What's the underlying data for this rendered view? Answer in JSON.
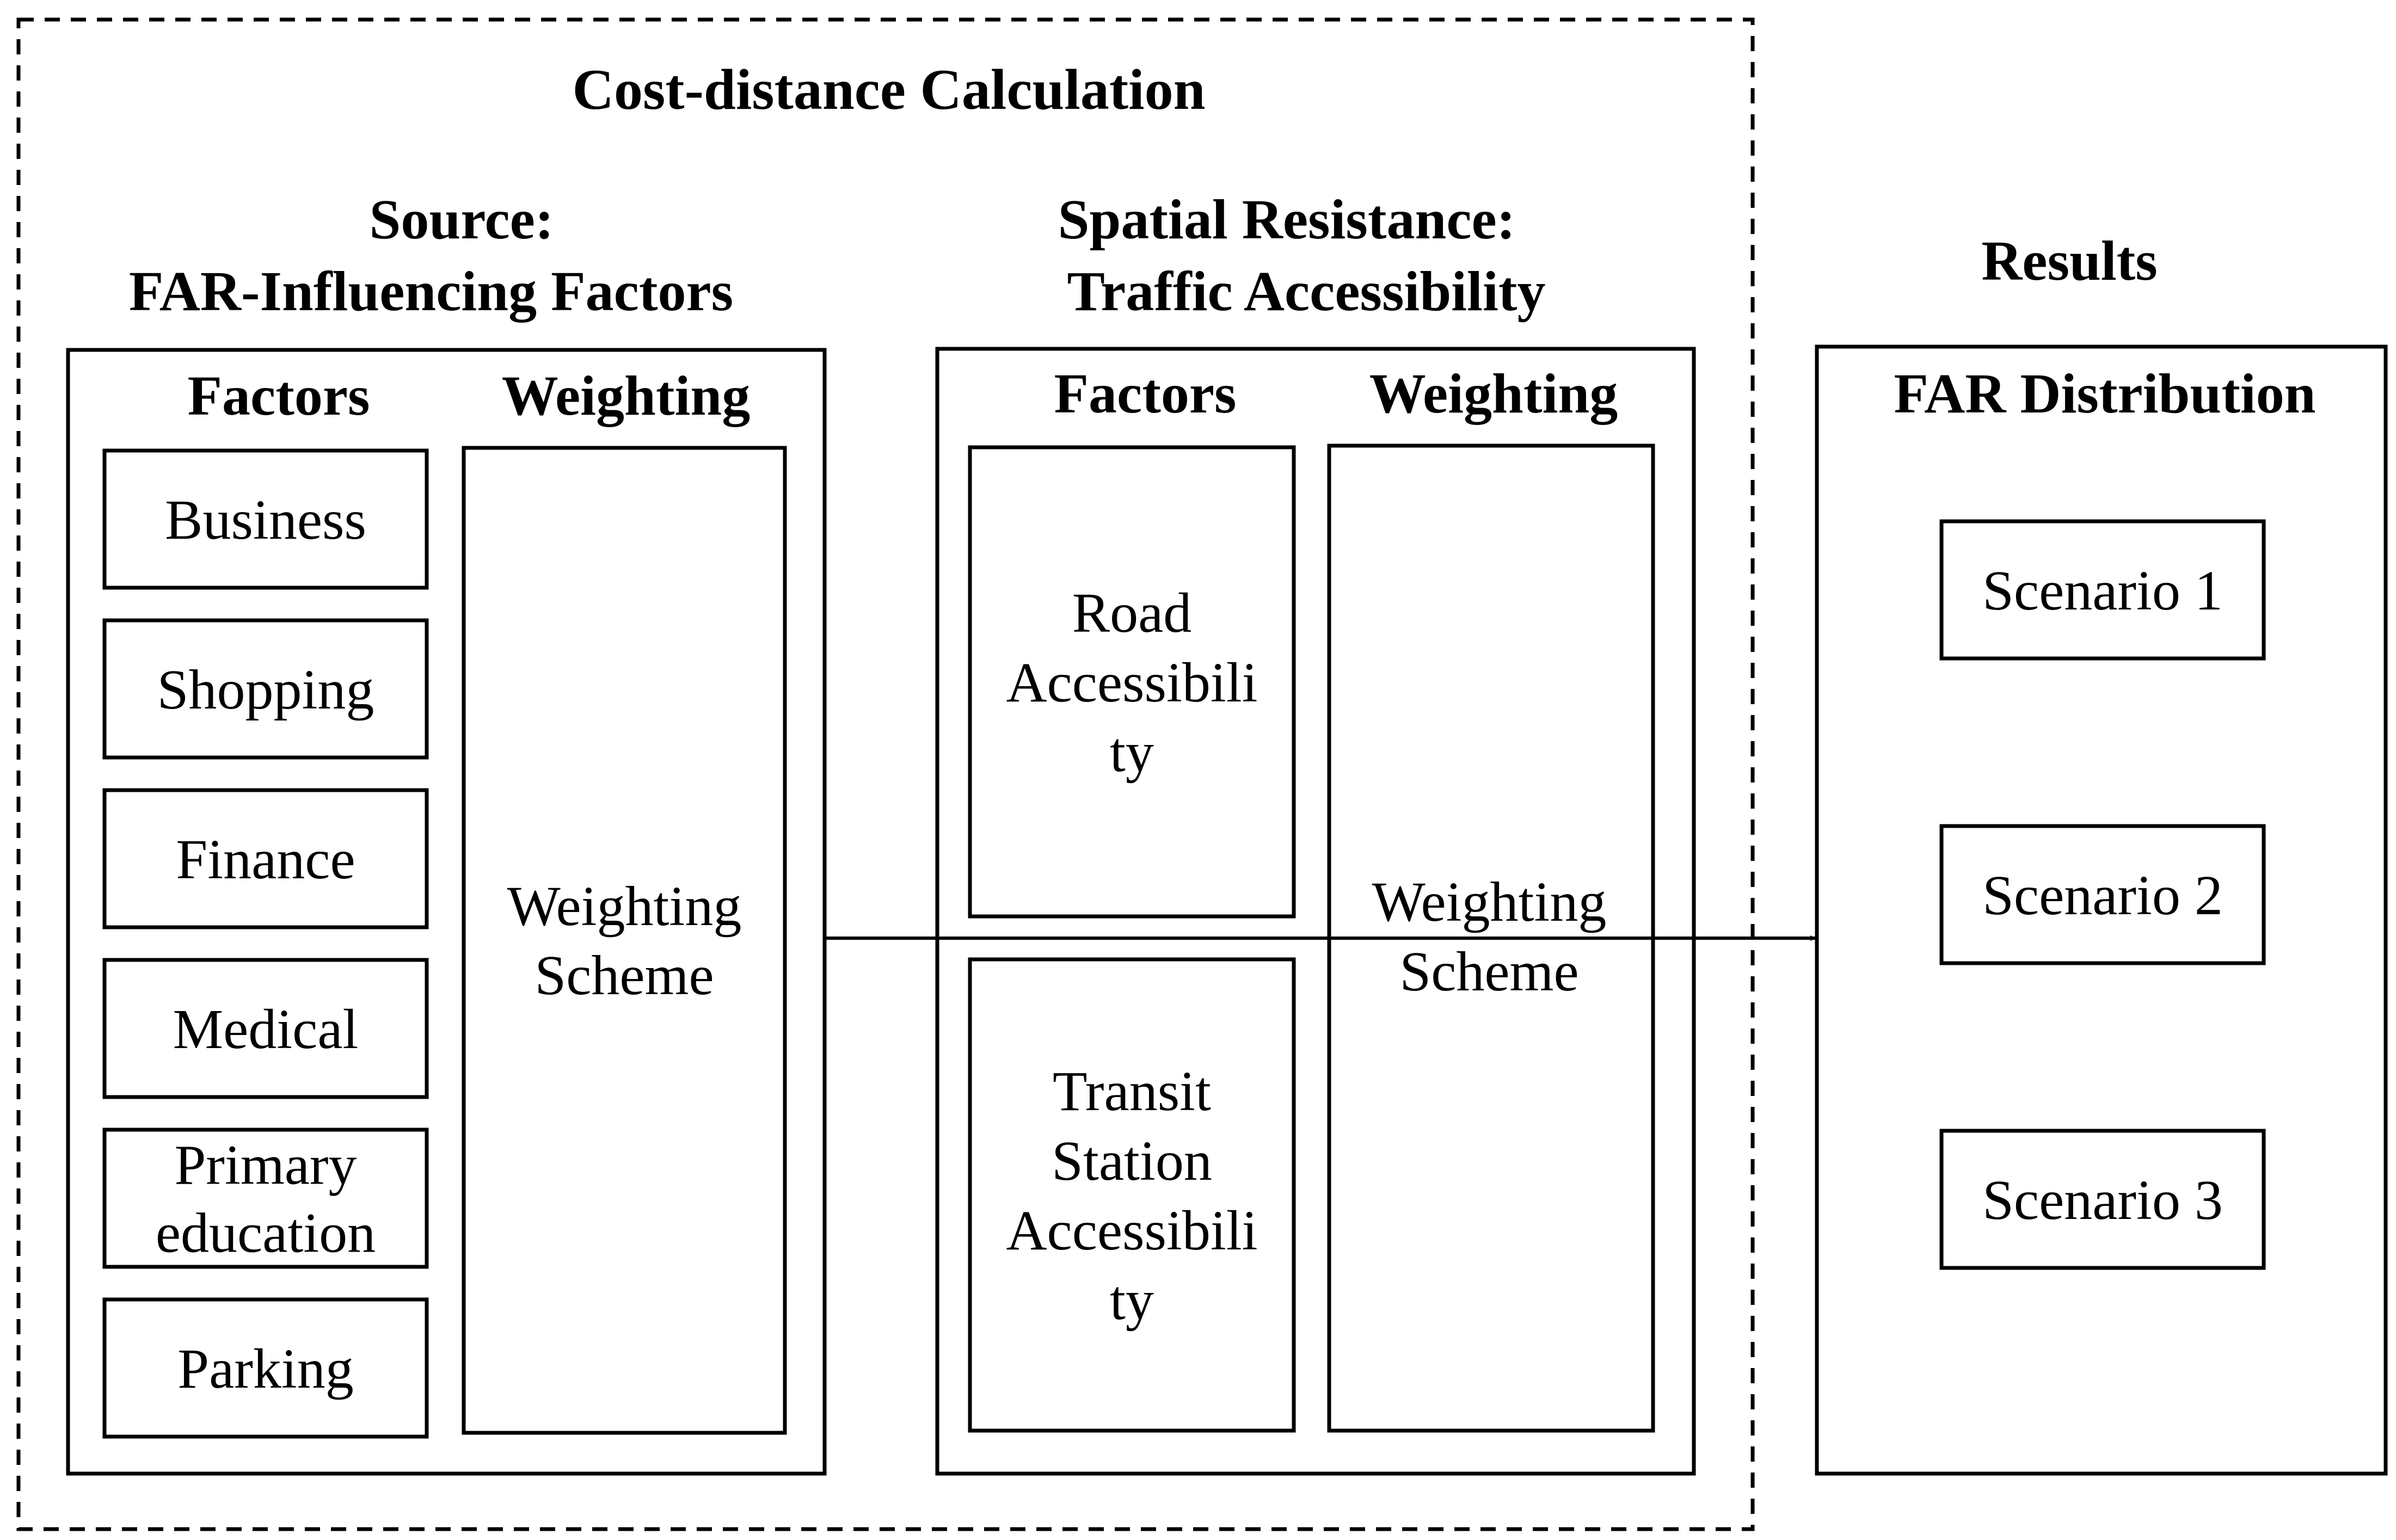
{
  "colors": {
    "stroke": "#000000",
    "background": "#ffffff"
  },
  "cost_distance": {
    "title": "Cost-distance Calculation"
  },
  "source": {
    "heading_line1": "Source:",
    "heading_line2": "FAR-Influencing Factors",
    "factors_header": "Factors",
    "weighting_header": "Weighting",
    "factors": [
      {
        "lines": [
          "Business"
        ]
      },
      {
        "lines": [
          "Shopping"
        ]
      },
      {
        "lines": [
          "Finance"
        ]
      },
      {
        "lines": [
          "Medical"
        ]
      },
      {
        "lines": [
          "Primary",
          "education"
        ]
      },
      {
        "lines": [
          "Parking"
        ]
      }
    ],
    "weighting_lines": [
      "Weighting",
      "Scheme"
    ]
  },
  "resistance": {
    "heading_line1": "Spatial Resistance:",
    "heading_line2": "Traffic Accessibility",
    "factors_header": "Factors",
    "weighting_header": "Weighting",
    "factors": [
      {
        "lines": [
          "Road",
          "Accessibili",
          "ty"
        ]
      },
      {
        "lines": [
          "Transit",
          "Station",
          "Accessibili",
          "ty"
        ]
      }
    ],
    "weighting_lines": [
      "Weighting",
      "Scheme"
    ]
  },
  "results": {
    "heading": "Results",
    "box_title": "FAR Distribution",
    "scenarios": [
      "Scenario 1",
      "Scenario 2",
      "Scenario 3"
    ]
  }
}
